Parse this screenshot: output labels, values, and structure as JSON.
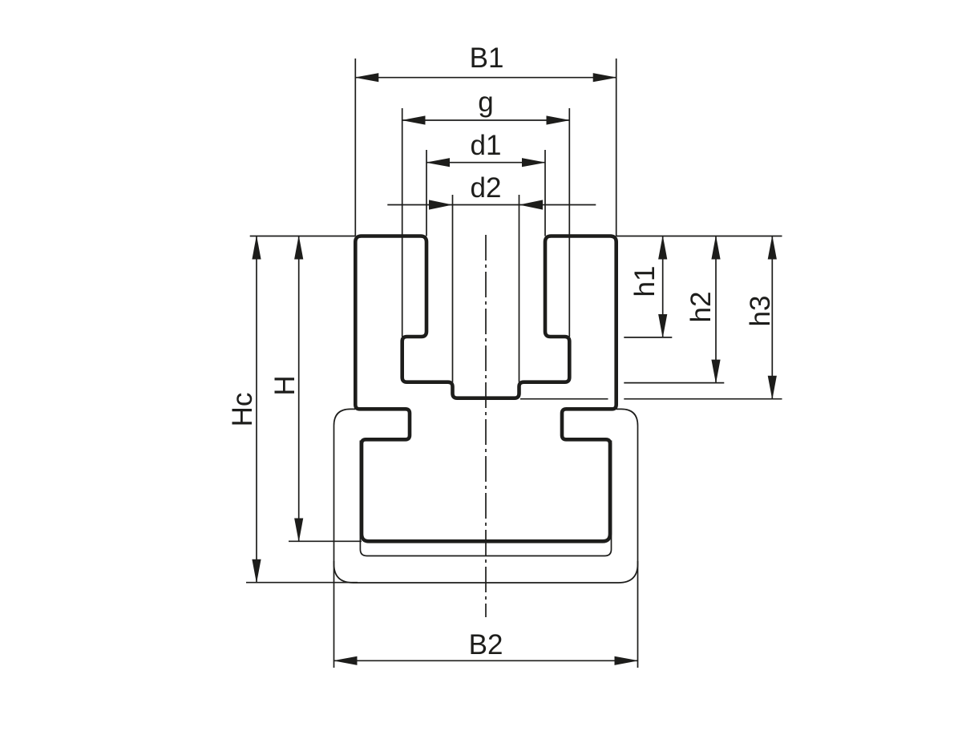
{
  "drawing": {
    "labels": {
      "b1": "B1",
      "g": "g",
      "d1": "d1",
      "d2": "d2",
      "h1": "h1",
      "h2": "h2",
      "h3": "h3",
      "hc": "Hc",
      "h": "H",
      "b2": "B2"
    },
    "colors": {
      "line": "#1d1d1b",
      "background": "#ffffff"
    }
  }
}
